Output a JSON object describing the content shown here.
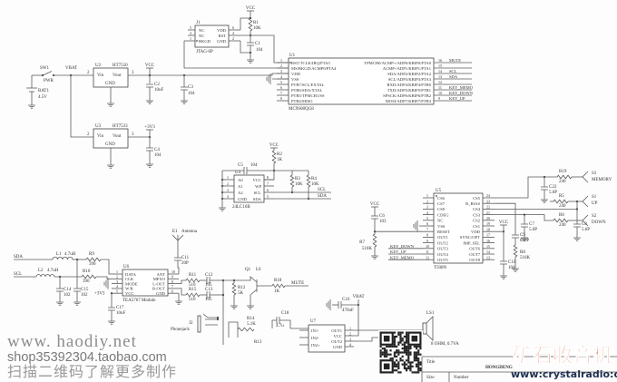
{
  "power": {
    "sw1": "SW1",
    "pwr": "PWR",
    "bat1": "BAT1",
    "bat_v": "4.5V",
    "vbat": "VBAT",
    "u2": "U2",
    "u2_part": "HT7550",
    "u3": "U3",
    "u3_part": "HT7533",
    "u2_vin": "Vin",
    "u2_vout": "Vout",
    "u2_gnd": "GND",
    "u3_vin": "Vin",
    "u3_vout": "Vout",
    "u3_gnd": "GND",
    "u2_pin_in": "2",
    "u2_pin_out": "3",
    "u3_pin_in": "2",
    "u3_pin_out": "3",
    "vcc": "VCC",
    "c2": "C2",
    "c2_val": "10uF",
    "c3": "C3",
    "c3_val": "104",
    "v33": "+3V3",
    "c4": "C4",
    "c4_val": "104"
  },
  "jtag": {
    "ref": "J1",
    "part": "JTAG-6P",
    "left_pins": [
      "NC",
      "NC",
      "BKGD"
    ],
    "left_nums": [
      "5",
      "3",
      "1"
    ],
    "right_pins": [
      "VDD",
      "RST",
      "GND"
    ],
    "right_nums": [
      "6",
      "4",
      "2"
    ],
    "vcc": "VCC",
    "r1": "R1",
    "r1_val": "10K",
    "c1": "C1",
    "c1_val": "104"
  },
  "mcu": {
    "ref": "U1",
    "part": "MC9S08QG8",
    "left_pins": [
      "RST/TCLK/IRQ/PTA5",
      "MS/BKGD/ACMP0/PTA4",
      "VDD",
      "VSS",
      "PTB7/SCL/EXTAL",
      "PTB6/SDA/XTAL",
      "PTB5/TPMCH1/SS",
      "PTB4/MISO"
    ],
    "left_nums": [
      "1",
      "2",
      "3",
      "4",
      "5",
      "6",
      "7",
      "8"
    ],
    "right_pins": [
      "TPMCH0/ACMP+/ADP0/KBIP0/PTA0",
      "ACMP-/ADP1/KBIP1/PTA1",
      "SDA/ADP2/KBIP2/PTA2",
      "SCL/ADP3/KBIP3/PTA3",
      "RXD/ADP4/KBIP4/PTB0",
      "TXD/ADP5/KBIP5/PTB1",
      "SPSCK/ADP6/KBIP6/PTB2",
      "MOSI/ADP7/KBIP7/PTB3"
    ],
    "right_nums": [
      "16",
      "15",
      "14",
      "13",
      "12",
      "11",
      "10",
      "9"
    ],
    "nets": [
      "MUTE",
      "",
      "SCL",
      "SDA",
      "",
      "KEY_MEMO",
      "KEY_DOWN",
      "KEY_UP"
    ]
  },
  "eeprom": {
    "ref": "U4",
    "part": "24LC16B",
    "left_pins": [
      "A0",
      "A1",
      "A2",
      "GND"
    ],
    "left_nums": [
      "1",
      "2",
      "3",
      "4"
    ],
    "right_pins": [
      "VCC",
      "WP",
      "SCL",
      "SDA"
    ],
    "right_nums": [
      "8",
      "7",
      "6",
      "5"
    ],
    "vcc": "VCC",
    "r2": "R2",
    "r2_val": "1K",
    "c5": "C5",
    "c5_val": "104",
    "r3": "R3",
    "r3_val": "10K",
    "r4": "R4",
    "r4_val": "10K",
    "scl": "SCL",
    "sda": "SDA"
  },
  "tuner_ic": {
    "ref": "U5",
    "part": "T508N",
    "left_pins": [
      "CS6",
      "CS7",
      "CS8",
      "CDEG",
      "NC",
      "VSS",
      "RESET",
      "OUT1",
      "OUT2",
      "OUT3",
      "OUT4",
      "OUT5"
    ],
    "left_nums": [
      "1",
      "2",
      "3",
      "4",
      "5",
      "6",
      "7",
      "8",
      "9",
      "10",
      "11",
      "12"
    ],
    "right_pins": [
      "CS5",
      "R_BIAS",
      "CS4",
      "CS3",
      "CS2",
      "CS1",
      "VDD",
      "SYNC/OPT",
      "IMP_SEL",
      "OUT6",
      "OUT7",
      "OUT8"
    ],
    "right_nums": [
      "24",
      "23",
      "22",
      "21",
      "20",
      "19",
      "18",
      "17",
      "16",
      "15",
      "14",
      "13"
    ],
    "key_down": "KEY_DOWN",
    "key_up": "KEY_UP",
    "key_memo": "KEY_MEMO",
    "vcc": "VCC",
    "c6": "C6",
    "c6_val": "103",
    "r7": "R7",
    "r7_val": "510K",
    "r19": "R19",
    "r19_val": "240",
    "c22": "C22",
    "c22_val": "5.6P",
    "s3": "S3",
    "memory": "MEMORY",
    "r5": "R5",
    "r5_val": "240",
    "s1": "S1",
    "up": "UP",
    "r6": "R6",
    "r6_val": "240",
    "s2": "S2",
    "down": "DOWN",
    "c7": "C7",
    "c7_val": "5.6P",
    "c8": "C8",
    "c8_val": "5.6P",
    "vcc2": "VCC",
    "c9": "C9",
    "c9_val": "820P",
    "r8": "R8",
    "r8_val": "510K",
    "c10": "C10",
    "c10_val": "104"
  },
  "radio": {
    "ref": "U6",
    "part": "TEA5767 Module",
    "left_pins": [
      "DATA",
      "CLK",
      "MODE",
      "W/R",
      "VCC"
    ],
    "left_nums": [
      "1",
      "2",
      "3",
      "4",
      "5"
    ],
    "right_pins": [
      "ANT",
      "MPXO",
      "L-OUT",
      "R-OUT",
      "GND"
    ],
    "right_nums": [
      "10",
      "9",
      "8",
      "7",
      "6"
    ],
    "e1": "E1",
    "antenna": "Antenna",
    "sda": "SDA",
    "scl": "SCL",
    "l1": "L1",
    "l1_val": "4.7uH",
    "l2": "L2",
    "l2_val": "4.7uH",
    "r9": "R9",
    "r9_val": "390",
    "r10": "R10",
    "r10_val": "390",
    "c14": "C14",
    "c14_val": "102",
    "c15": "C15",
    "c15_val": "102",
    "v33": "+3V3",
    "c17": "C17",
    "c17_val": "10uF",
    "c11": "C11",
    "c11_val": "20P",
    "r11": "R11",
    "r11_val": "510",
    "r15": "R15",
    "r15_val": "510",
    "c12": "C12",
    "c12_val": "105",
    "c13": "C13",
    "c13_val": "105",
    "r12": "R12",
    "r12_val": "5K",
    "q1": "Q1",
    "q1_val": "L6",
    "r18": "R18",
    "r18_val": "1K",
    "mute": "MUTE"
  },
  "amp": {
    "j2": "J2",
    "phonejack": "Phonejack",
    "r14": "R14",
    "r14_val": "5.1K",
    "r13": "R13",
    "c18": "C18",
    "c18_val": "4.7u",
    "c16": "C16",
    "c16_val": "470uF",
    "vbat": "VBAT",
    "u7": "U7",
    "left_pins": [
      "IN1-",
      "IN2-",
      "IN2+"
    ],
    "right_pins": [
      "OUT1",
      "VCC",
      "OUT2",
      "GND"
    ],
    "right_nums": [
      "1",
      "2",
      "3",
      "4"
    ],
    "ls1": "LS1",
    "ls1_val": "8 OHM, 0.7VA"
  },
  "title_block": {
    "title_label": "Title",
    "title": "HONGDENG",
    "size_label": "Size",
    "number_label": "Number"
  },
  "watermarks": {
    "site": "www. haodiy.net",
    "shop": "shop35392304.taobao.com",
    "scan": "扫描二维码了解更多制作",
    "logo": "矿石收音机",
    "logo_url": "www:crystalradio:cn"
  },
  "colors": {
    "wire": "#5a5a5a",
    "logo": "#e0572c",
    "logo_url": "#1e2f4f",
    "watermark": "#8d8d8d"
  }
}
